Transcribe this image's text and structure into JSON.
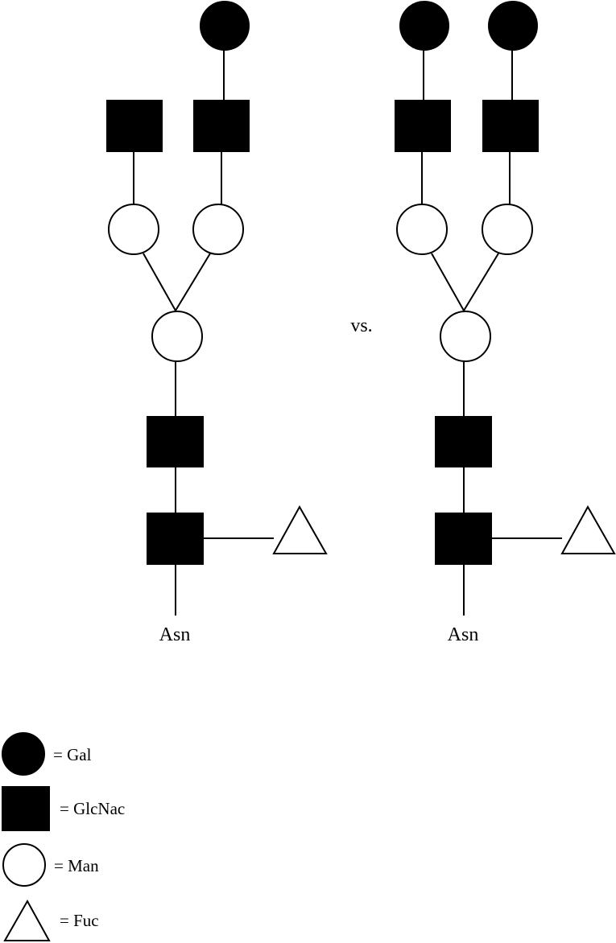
{
  "diagram": {
    "structure_left": {
      "root_label": "Asn"
    },
    "structure_right": {
      "root_label": "Asn"
    },
    "separator_text": "vs."
  },
  "legend": {
    "items": [
      {
        "symbol": "filled-circle",
        "text": "= Gal"
      },
      {
        "symbol": "filled-square",
        "text": "= GlcNac"
      },
      {
        "symbol": "open-circle",
        "text": "= Man"
      },
      {
        "symbol": "open-triangle",
        "text": "= Fuc"
      }
    ]
  },
  "colors": {
    "fill": "#000000",
    "stroke": "#000000",
    "background": "#ffffff"
  }
}
